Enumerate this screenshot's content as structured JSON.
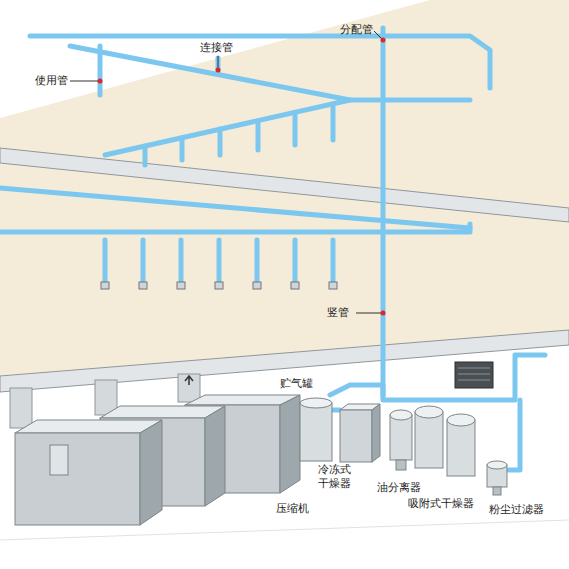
{
  "diagram": {
    "labels": [
      "使用管",
      "连接管",
      "分配管",
      "竖管",
      "贮气罐",
      "冷冻式 干燥器",
      "压缩机",
      "油分离器",
      "吸附式干燥器",
      "粉尘过滤器"
    ]
  }
}
